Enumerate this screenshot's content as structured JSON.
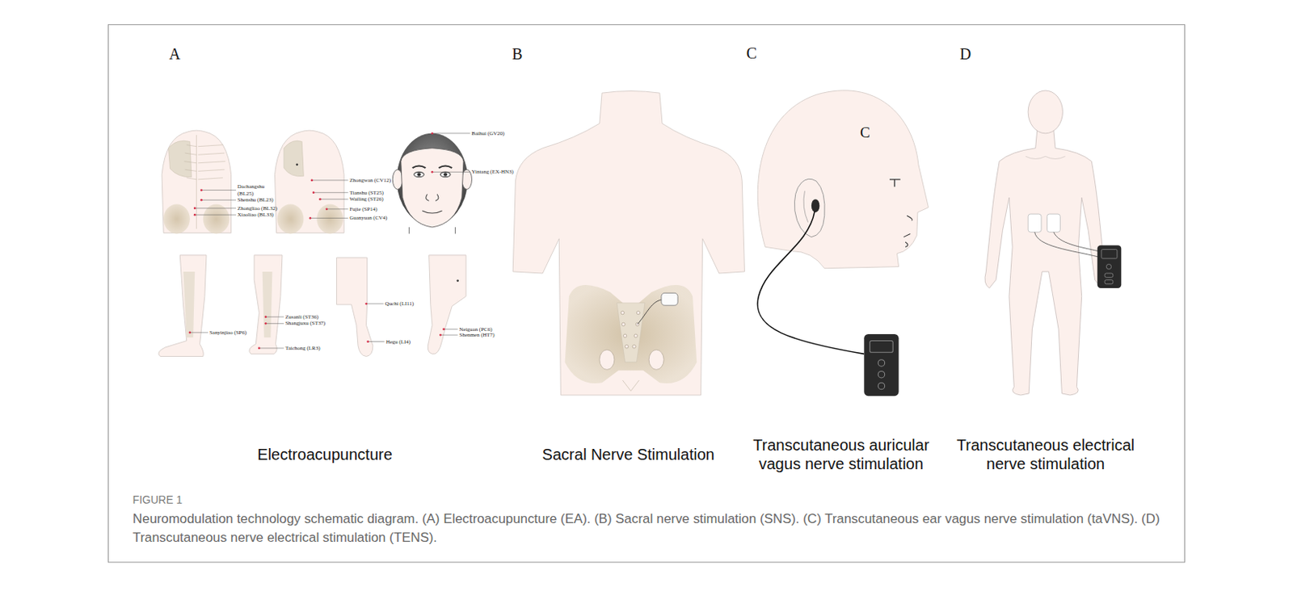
{
  "diagram": {
    "caption": "Neuromodulation technology schematic diagram. (A) Electroacupuncture (EA). (B) Sacral nerve stimulation (SNS). (C) Transcutaneous ear vagus nerve stimulation (taVNS). (D) Transcutaneous nerve electrical stimulation (TENS).",
    "labels": [
      "A",
      "B",
      "C",
      "D",
      "C",
      "Dachangshu (BL25)",
      "Shenshu (BL23)",
      "Zhongliao (BL32)",
      "Xiaoliao (BL33)",
      "Zhongwan (CV12)",
      "Tianshu (ST25)",
      "Wailing (ST26)",
      "Fujie (SP14)",
      "Guanyuan (CV4)",
      "Baihui (GV20)",
      "Yintang (EX-HN3)",
      "Sanyinjiao (SP6)",
      "Zusanli (ST36)",
      "Shangjuxu (ST37)",
      "Taichong (LR3)",
      "Quchi (LI11)",
      "Hegu (LI4)",
      "Neiguan (PC6)",
      "Shenmen (HT7)",
      "Electroacupuncture",
      "Sacral Nerve Stimulation",
      "Transcutaneous auricular vagus nerve stimulation",
      "Transcutaneous electrical nerve stimulation",
      "FIGURE 1"
    ]
  }
}
